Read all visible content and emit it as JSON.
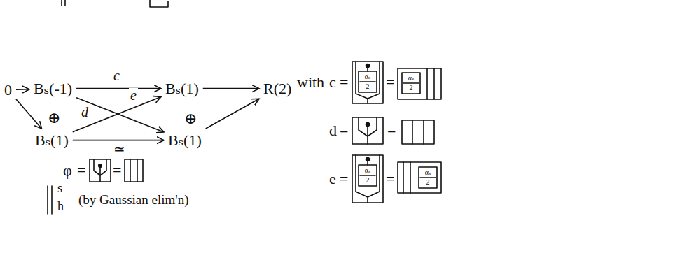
{
  "diagram": {
    "nodes": [
      {
        "text": [
          "0"
        ]
      },
      {
        "text": [
          "Bₛ(-1)"
        ]
      },
      {
        "text": [
          "Bₛ(1)"
        ]
      },
      {
        "text": [
          "Bₛ(1)"
        ]
      },
      {
        "text": [
          "Bₛ(1)"
        ]
      },
      {
        "text": [
          "R(2)"
        ]
      }
    ],
    "edges": [
      {
        "from": 0,
        "to": 1,
        "arrow": "to"
      },
      {
        "from": 0,
        "to": 2,
        "arrow": "to"
      },
      {
        "from": 1,
        "to": 3,
        "arrow": "to",
        "label": "c"
      },
      {
        "from": 1,
        "to": 4,
        "arrow": "to",
        "label": "e"
      },
      {
        "from": 2,
        "to": 3,
        "arrow": "to",
        "label": "d"
      },
      {
        "from": 2,
        "to": 4,
        "arrow": "to",
        "label": "≃"
      },
      {
        "from": 3,
        "to": 5,
        "arrow": "to"
      },
      {
        "from": 4,
        "to": 5,
        "arrow": "to"
      }
    ],
    "labels": [
      "⊕",
      "⊕",
      "with",
      "c",
      "=",
      "αₛ",
      "2",
      "=",
      "αₛ",
      "2",
      "d",
      "=",
      "=",
      "e",
      "=",
      "αₛ",
      "2",
      "=",
      "αₛ",
      "2",
      "φ",
      "=",
      "=",
      "s",
      "h",
      "(by Gaussian elim'n)"
    ]
  }
}
